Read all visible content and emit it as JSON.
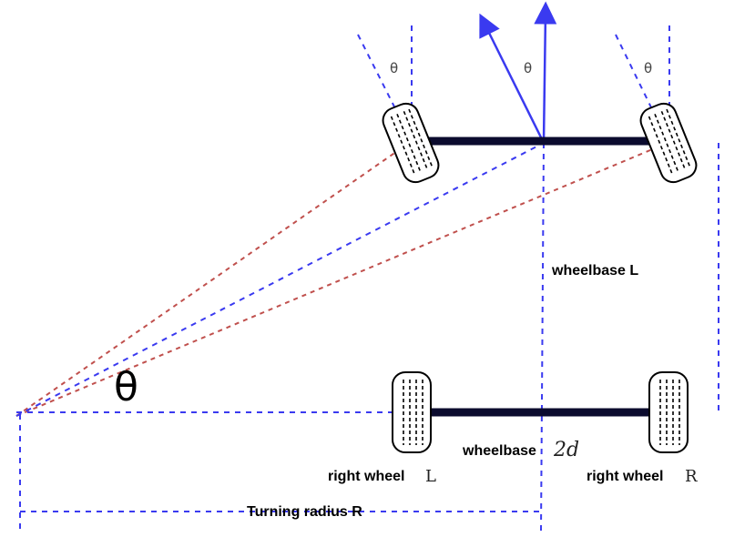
{
  "labels": {
    "theta_left": "θ",
    "theta_center": "θ",
    "theta_right": "θ",
    "theta_big": "θ",
    "wheelbase_L": "wheelbase L",
    "track_label": "wheelbase",
    "track_symbol": "2d",
    "right_wheel_left_text": "right wheel",
    "right_wheel_left_symbol": "L",
    "right_wheel_right_text": "right wheel",
    "right_wheel_right_symbol": "R",
    "turning_radius": "Turning radius R"
  },
  "colors": {
    "blue_line": "#3a3af0",
    "red_line": "#c0504d",
    "axle": "#0b0b2e",
    "tire_stroke": "#000000"
  }
}
